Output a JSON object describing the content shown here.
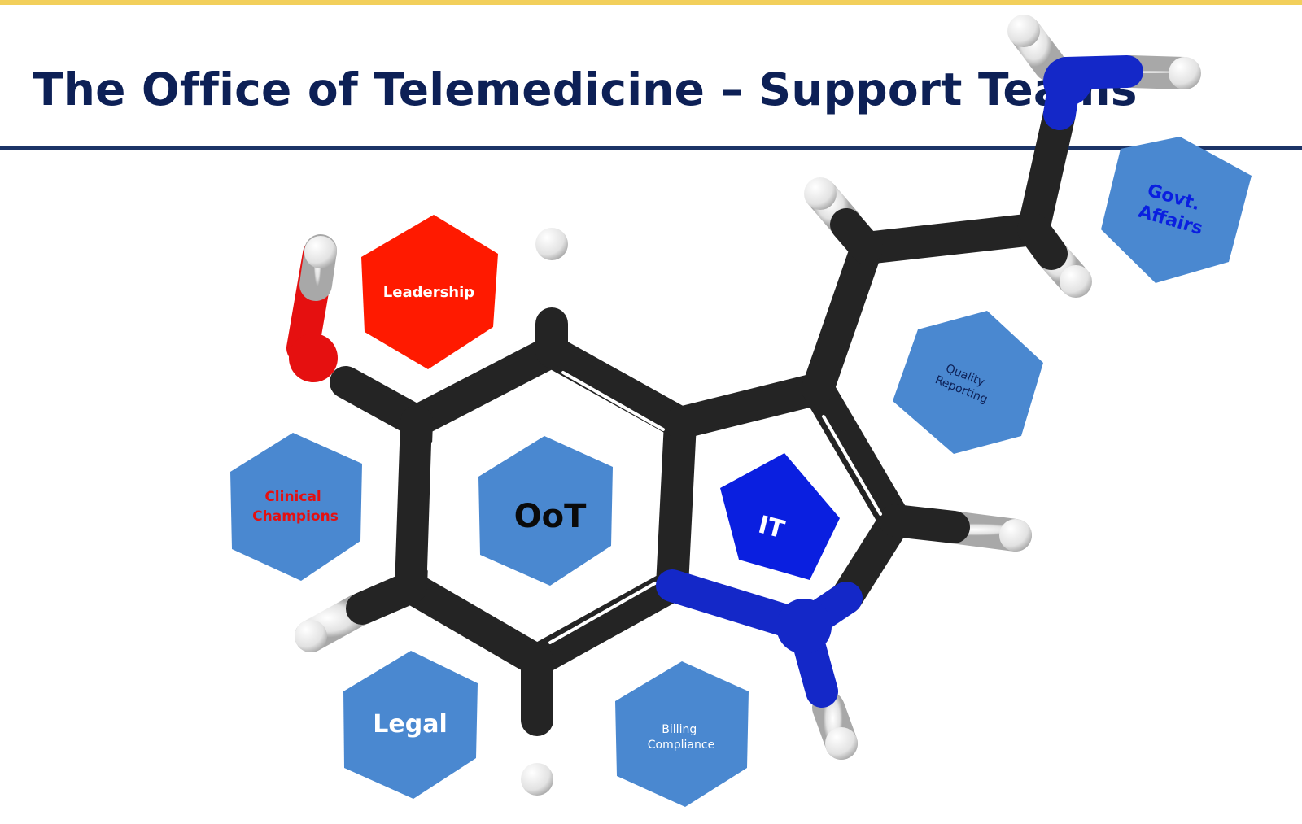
{
  "header": {
    "title": "The Office of Telemedicine – Support Teams"
  },
  "colors": {
    "hexagon": "#4a88d0",
    "leadership": "#ff1a00",
    "it": "#0a1fe0",
    "carbon": "#242424",
    "nitrogen": "#1428c8",
    "oxygen": "#e51010",
    "hydrogen": "#f4f4f4",
    "title": "#0d2056",
    "accent_bar": "#f2cf5b"
  },
  "teams": {
    "oot": "OoT",
    "it": "IT",
    "leadership": "Leadership",
    "clinical_champions": [
      "Clinical",
      "Champions"
    ],
    "legal": "Legal",
    "billing_compliance": [
      "Billing",
      "Compliance"
    ],
    "quality_reporting": [
      "Quality",
      "Reporting"
    ],
    "govt_affairs": [
      "Govt.",
      "Affairs"
    ]
  }
}
